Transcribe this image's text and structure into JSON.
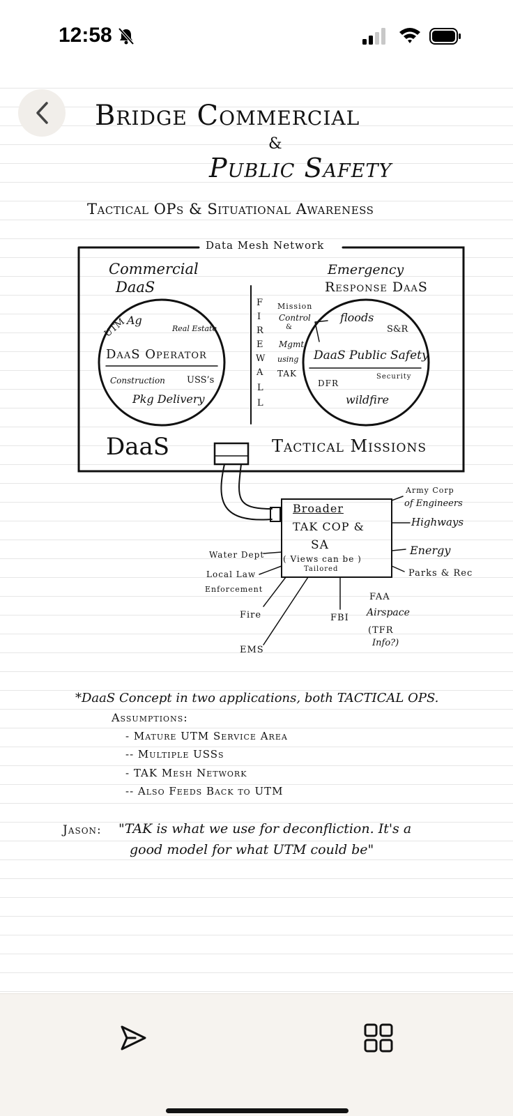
{
  "status_bar": {
    "time": "12:58"
  },
  "note": {
    "title_line1": "Bridge Commercial",
    "title_amp": "&",
    "title_line2": "Public Safety",
    "subtitle": "Tactical OPs & Situational Awareness",
    "diagram": {
      "frame_label": "Data Mesh Network",
      "left_heading_1": "Commercial",
      "left_heading_2": "DaaS",
      "left_circle": {
        "utm": "UTM",
        "ag": "Ag",
        "real_estate": "Real Estate",
        "center": "DaaS Operator",
        "construction": "Construction",
        "uss": "USS’s",
        "delivery": "Pkg Delivery"
      },
      "firewall_letters": [
        "F",
        "I",
        "R",
        "E",
        "W",
        "A",
        "L",
        "L"
      ],
      "mission_control": [
        "Mission",
        "Control",
        "&",
        "Mgmt",
        "using",
        "TAK"
      ],
      "right_heading_1": "Emergency",
      "right_heading_2": "Response DaaS",
      "right_circle": {
        "floods": "floods",
        "sar": "S&R",
        "center": "DaaS Public Safety",
        "dfr": "DFR",
        "security": "Security",
        "wildfire": "wildfire"
      },
      "bottom_left": "DaaS",
      "bottom_right": "Tactical Missions",
      "box_title": "Broader",
      "box_line2": "TAK COP &",
      "box_line3": "SA",
      "box_note_1": "( Views can be )",
      "box_note_2": "Tailored",
      "right_labels": [
        "Army Corp",
        "of Engineers",
        "Highways",
        "Energy",
        "Parks & Rec"
      ],
      "left_labels": [
        "Water Dept",
        "Local Law",
        "Enforcement",
        "Fire",
        "EMS"
      ],
      "bottom_labels": [
        "FBI",
        "FAA",
        "Airspace",
        "(TFR",
        "Info?)"
      ]
    },
    "notes": {
      "line1": "*DaaS Concept in two applications, both TACTICAL OPS.",
      "assumptions": "Assumptions:",
      "items": [
        "- Mature UTM Service Area",
        "-- Multiple USSs",
        "- TAK Mesh Network",
        "-- Also Feeds Back to UTM"
      ]
    },
    "quote_label": "Jason:",
    "quote_line1": "\"TAK is what we use for deconfliction. It's a",
    "quote_line2": "good model for what UTM could be\""
  }
}
